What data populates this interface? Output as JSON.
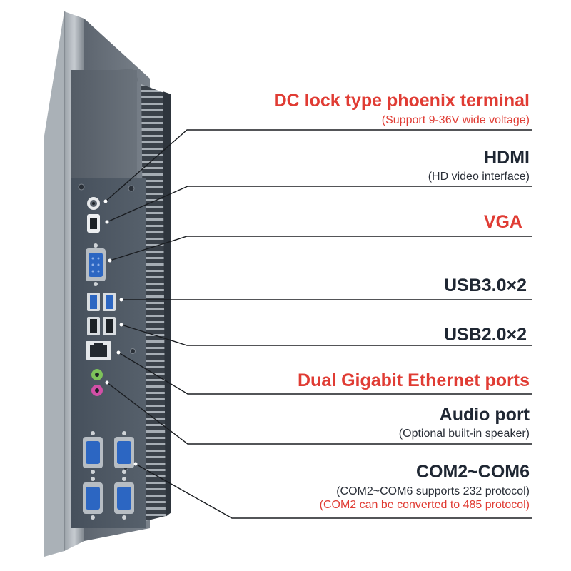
{
  "colors": {
    "accent_red": "#e03c34",
    "text_dark": "#1f2733",
    "panel": "#4d5561",
    "port_blue": "#2c66c2"
  },
  "labels": {
    "dc": {
      "title": "DC lock type phoenix terminal",
      "sub": "(Support 9-36V wide voltage)"
    },
    "hdmi": {
      "title": "HDMI",
      "sub": "(HD video interface)"
    },
    "vga": {
      "title": "VGA"
    },
    "usb3": {
      "title": "USB3.0×2"
    },
    "usb2": {
      "title": "USB2.0×2"
    },
    "ethernet": {
      "title": "Dual Gigabit Ethernet ports"
    },
    "audio": {
      "title": "Audio port",
      "sub": "(Optional built-in speaker)"
    },
    "com": {
      "title": "COM2~COM6",
      "sub": "(COM2~COM6 supports 232 protocol)",
      "sub2": "(COM2 can be converted to 485 protocol)"
    }
  }
}
